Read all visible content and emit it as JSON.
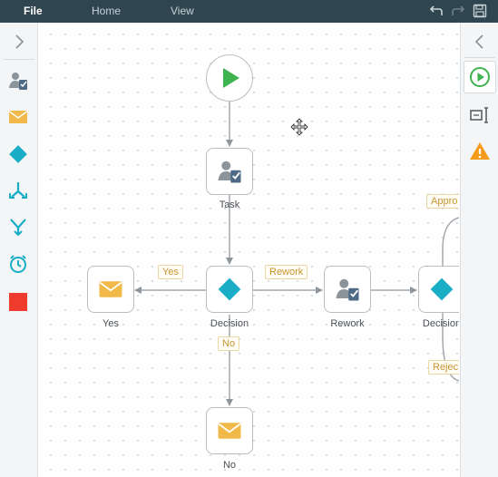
{
  "menubar": {
    "file": "File",
    "home": "Home",
    "view": "View"
  },
  "nodes": {
    "task_label": "Task",
    "yes_label": "Yes",
    "decision_label": "Decision",
    "rework_label": "Rework",
    "decision2_label": "Decision",
    "no_label": "No"
  },
  "edge_labels": {
    "yes": "Yes",
    "rework": "Rework",
    "no": "No",
    "approve": "Appro",
    "reject": "Rejec"
  },
  "icons": {
    "expand": "chevron-right-icon",
    "collapse": "chevron-left-icon",
    "undo": "undo-icon",
    "redo": "redo-icon",
    "save": "save-icon",
    "start": "play-icon",
    "properties": "text-cursor-icon",
    "warnings": "warning-icon"
  },
  "colors": {
    "menubar": "#2f4550",
    "start_green": "#3fb34f",
    "decision_teal": "#1aaec6",
    "email_orange": "#f0b94a",
    "task_grey": "#8c949b",
    "stop_red": "#ee3b2e",
    "warning_orange": "#f59b1c",
    "edge_label": "#c8942e"
  }
}
